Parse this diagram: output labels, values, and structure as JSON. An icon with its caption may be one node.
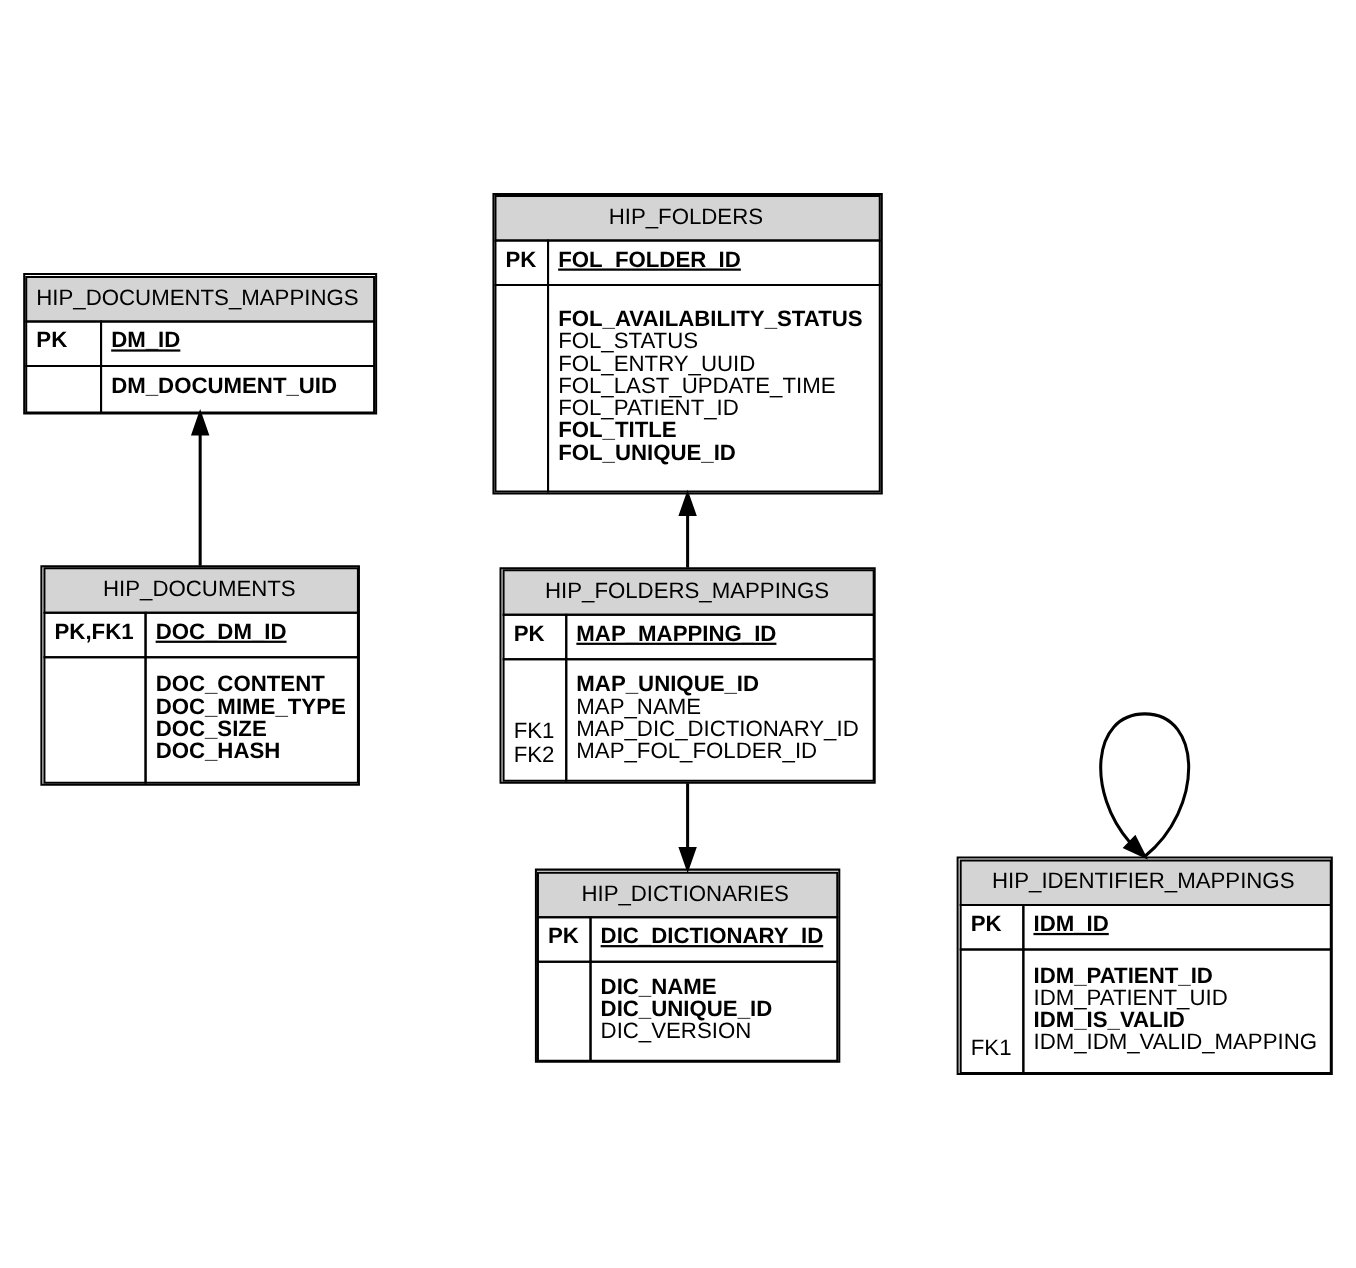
{
  "diagram": {
    "nodes": [
      {
        "text": [
          "HIP_DOCUMENTS_MAPPINGS",
          "PK",
          "DM_ID",
          "DM_DOCUMENT_UID"
        ]
      },
      {
        "text": [
          "HIP_FOLDERS",
          "PK",
          "FOL_FOLDER_ID",
          "FOL_AVAILABILITY_STATUS",
          "FOL_STATUS",
          "FOL_ENTRY_UUID",
          "FOL_LAST_UPDATE_TIME",
          "FOL_PATIENT_ID",
          "FOL_TITLE",
          "FOL_UNIQUE_ID"
        ]
      },
      {
        "text": [
          "HIP_DOCUMENTS",
          "PK,FK1",
          "DOC_DM_ID",
          "DOC_CONTENT",
          "DOC_MIME_TYPE",
          "DOC_SIZE",
          "DOC_HASH"
        ]
      },
      {
        "text": [
          "HIP_FOLDERS_MAPPINGS",
          "PK",
          "MAP_MAPPING_ID",
          "MAP_UNIQUE_ID",
          "MAP_NAME",
          "FK1",
          "MAP_DIC_DICTIONARY_ID",
          "FK2",
          "MAP_FOL_FOLDER_ID"
        ]
      },
      {
        "text": [
          "HIP_IDENTIFIER_MAPPINGS",
          "PK",
          "IDM_ID",
          "IDM_PATIENT_ID",
          "IDM_PATIENT_UID",
          "IDM_IS_VALID",
          "FK1",
          "IDM_IDM_VALID_MAPPING"
        ]
      },
      {
        "text": [
          "HIP_DICTIONARIES",
          "PK",
          "DIC_DICTIONARY_ID",
          "DIC_NAME",
          "DIC_UNIQUE_ID",
          "DIC_VERSION"
        ]
      }
    ],
    "edges": [
      {
        "from": 2,
        "to": 0,
        "arrow": "to"
      },
      {
        "from": 3,
        "to": 1,
        "arrow": "to"
      },
      {
        "from": 3,
        "to": 5,
        "arrow": "to"
      },
      {
        "from": 4,
        "to": 4,
        "arrow": "to"
      }
    ]
  }
}
